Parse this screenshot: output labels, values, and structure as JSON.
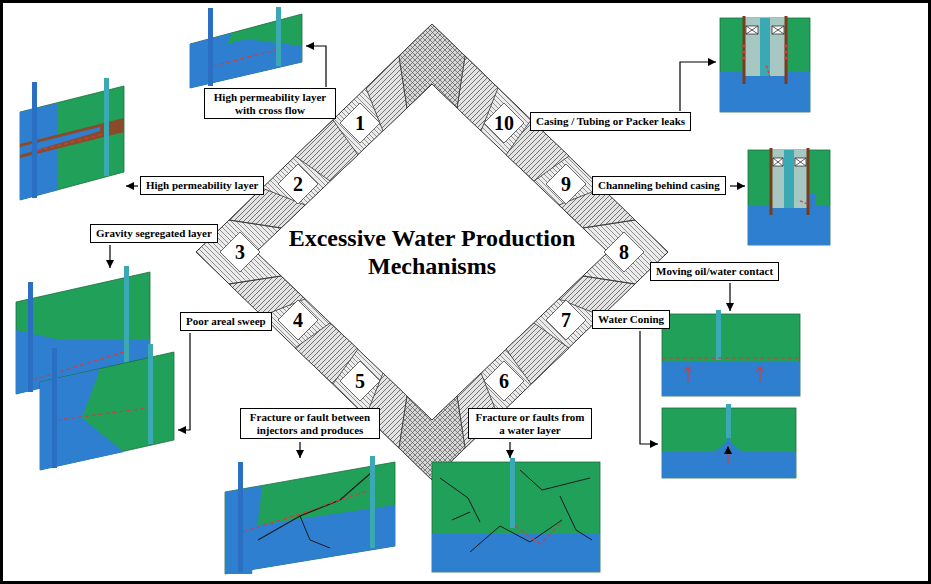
{
  "diagram": {
    "title": "Excessive Water Production Mechanisms",
    "nodes": [
      {
        "text": [
          "1"
        ]
      },
      {
        "text": [
          "High permeability layer with cross flow"
        ]
      },
      {
        "text": [
          "2"
        ]
      },
      {
        "text": [
          "High permeability layer"
        ]
      },
      {
        "text": [
          "3"
        ]
      },
      {
        "text": [
          "Gravity segregated layer"
        ]
      },
      {
        "text": [
          "4"
        ]
      },
      {
        "text": [
          "Poor areal sweep"
        ]
      },
      {
        "text": [
          "5"
        ]
      },
      {
        "text": [
          "Fracture or fault between injectors and produces"
        ]
      },
      {
        "text": [
          "6"
        ]
      },
      {
        "text": [
          "Fracture or faults from a water layer"
        ]
      },
      {
        "text": [
          "7"
        ]
      },
      {
        "text": [
          "Water Coning"
        ]
      },
      {
        "text": [
          "8"
        ]
      },
      {
        "text": [
          "Moving oil/water contact"
        ]
      },
      {
        "text": [
          "9"
        ]
      },
      {
        "text": [
          "Channeling behind casing"
        ]
      },
      {
        "text": [
          "10"
        ]
      },
      {
        "text": [
          "Casing / Tubing or Packer leaks"
        ]
      }
    ]
  }
}
